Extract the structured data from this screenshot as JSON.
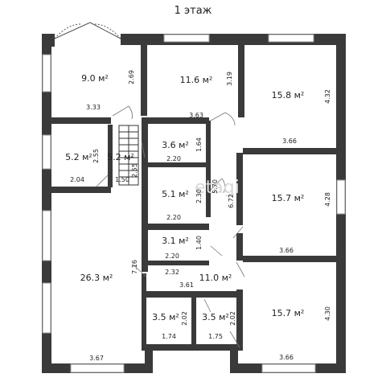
{
  "title": "1 этаж",
  "rooms": [
    {
      "id": "r1",
      "area": "9.0 м²",
      "w": "3.33",
      "h": "2.69"
    },
    {
      "id": "r2",
      "area": "11.6 м²",
      "w": "3.63",
      "h": "3.19"
    },
    {
      "id": "r3",
      "area": "15.8 м²",
      "w": "3.66",
      "h": "4.32"
    },
    {
      "id": "r4",
      "area": "5.2 м²",
      "w": "2.04",
      "h": "2.55"
    },
    {
      "id": "r5",
      "area": "5.2 м²",
      "w": "1.50",
      "h": "2.55"
    },
    {
      "id": "r6",
      "area": "3.6 м²",
      "w": "2.20",
      "h": "1.64"
    },
    {
      "id": "r7",
      "area": "5.1 м²",
      "w": "2.20",
      "h": "2.30"
    },
    {
      "id": "r8",
      "area": "3.1 м²",
      "w": "2.20",
      "h": "1.40"
    },
    {
      "id": "r9",
      "area": "15.7 м²",
      "w": "3.66",
      "h": "4.28"
    },
    {
      "id": "r10",
      "area": "26.3 м²",
      "w": "3.67",
      "h": "7.16"
    },
    {
      "id": "r11",
      "area": "11.0 м²",
      "w": "3.61",
      "h": "2.32"
    },
    {
      "id": "r12",
      "area": "3.5 м²",
      "w": "1.74",
      "h": "2.02"
    },
    {
      "id": "r13",
      "area": "3.5 м²",
      "w": "1.75",
      "h": "2.02"
    },
    {
      "id": "r14",
      "area": "15.7 м²",
      "w": "3.66",
      "h": "4.30"
    }
  ],
  "corridor": {
    "h1": "5.70",
    "h2": "6.72"
  },
  "watermark": "etagi",
  "colors": {
    "wall": "#3a3a3a",
    "window": "#9a9a9a",
    "background": "#ffffff"
  }
}
